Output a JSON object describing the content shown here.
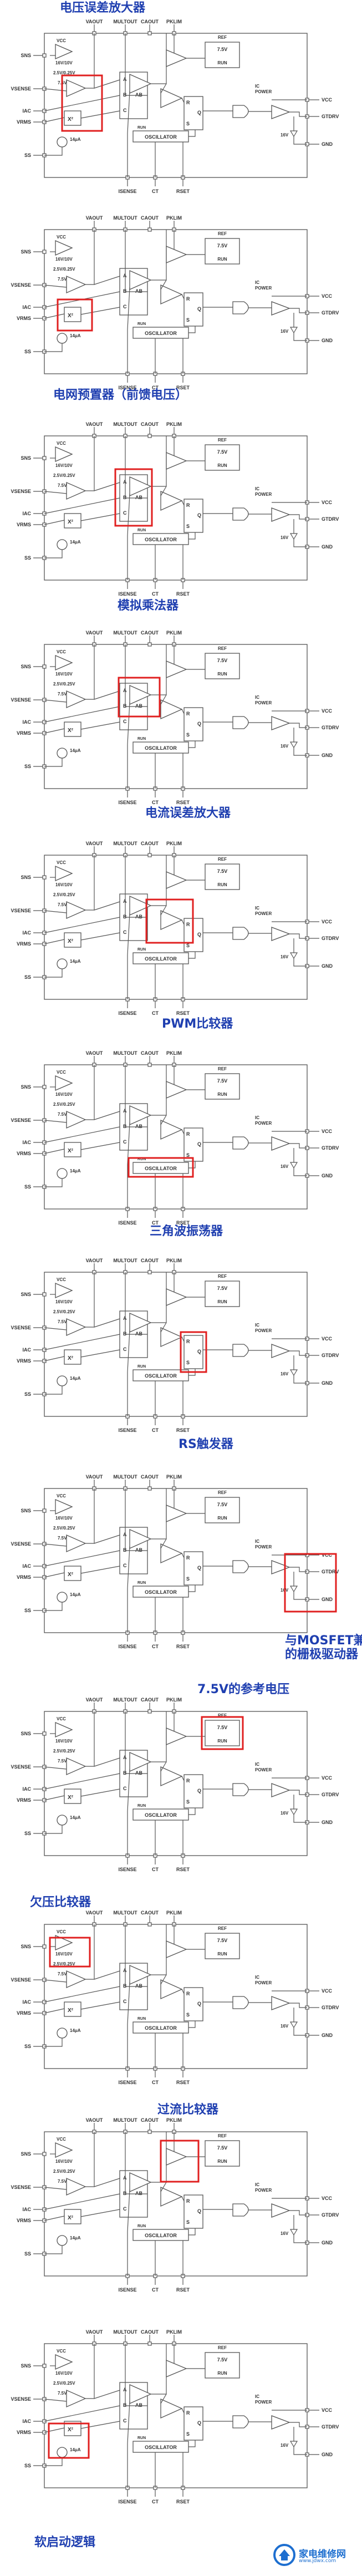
{
  "colors": {
    "line": "#555555",
    "ink": "#333333",
    "highlight": "#e02020",
    "caption": "#1f3fb0",
    "brand": "#1e6fd0"
  },
  "schematic": {
    "top_pins": [
      "VAOUT",
      "MULTOUT",
      "CAOUT",
      "PKLIM"
    ],
    "bottom_pins": [
      "ISENSE",
      "CT",
      "RSET"
    ],
    "left_pins": [
      "SNS",
      "VSENSE",
      "IAC",
      "VRMS",
      "SS"
    ],
    "right_pins": [
      "VCC",
      "GTDRV",
      "GND"
    ],
    "labels": {
      "ref": "REF",
      "ref_v": "7.5V",
      "run": "RUN",
      "ic": "IC",
      "power": "POWER",
      "vcc": "VCC",
      "uvlo": "16V/10V",
      "range": "2.5V/0.25V",
      "v75": "7.5V",
      "current": "14μA",
      "x2": "X²",
      "r": "R",
      "s": "S",
      "q": "Q",
      "osc": "OSCILLATOR",
      "osc_run": "RUN",
      "a": "A",
      "b": "B",
      "c": "C",
      "ab": "AB",
      "v16": "16V"
    }
  },
  "panels": [
    {
      "caption": [
        "电压误差放大器"
      ]
    },
    {
      "caption": [
        "电网预置器（前馈电压）"
      ]
    },
    {
      "caption": [
        "模拟乘法器"
      ]
    },
    {
      "caption": [
        "电流误差放大器"
      ]
    },
    {
      "caption": [
        "PWM比较器"
      ]
    },
    {
      "caption": [
        "三角波振荡器"
      ]
    },
    {
      "caption": [
        "RS触发器"
      ]
    },
    {
      "caption": [
        "与MOSFET兼容",
        "的栅极驱动器"
      ]
    },
    {
      "caption": [
        "7.5V的参考电压"
      ]
    },
    {
      "caption": [
        "欠压比较器"
      ]
    },
    {
      "caption": [
        "过流比较器"
      ]
    },
    {
      "caption": [
        "软启动逻辑"
      ]
    }
  ],
  "watermark": {
    "text": "家电维修网",
    "url": "www.jdwx.com"
  }
}
